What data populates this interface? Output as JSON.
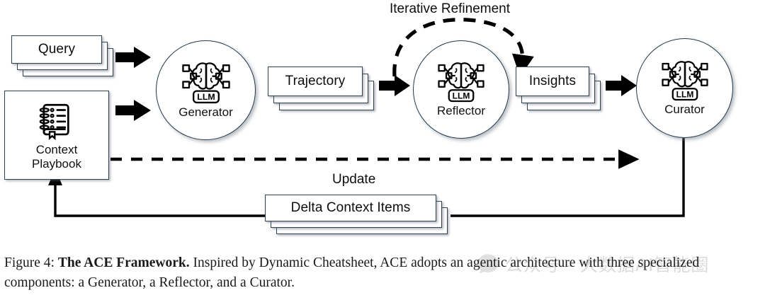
{
  "figure": {
    "caption_prefix": "Figure 4: ",
    "caption_bold": "The ACE Framework.",
    "caption_rest": " Inspired by Dynamic Cheatsheet, ACE adopts an agentic architecture with three specialized components: a Generator, a Reflector, and a Curator."
  },
  "watermark": {
    "text": "公众号 - 大数据AI智能圈",
    "icon": "speech-bubble-icon"
  },
  "diagram": {
    "inputs": {
      "query_card": "Query",
      "playbook_title_line1": "Context",
      "playbook_title_line2": "Playbook",
      "playbook_icon": "notebook-icon"
    },
    "nodes": [
      {
        "id": "generator",
        "label": "Generator",
        "badge": "LLM",
        "icon": "brain-network-icon"
      },
      {
        "id": "reflector",
        "label": "Reflector",
        "badge": "LLM",
        "icon": "brain-network-icon"
      },
      {
        "id": "curator",
        "label": "Curator",
        "badge": "LLM",
        "icon": "brain-network-icon"
      }
    ],
    "artifacts": [
      {
        "id": "trajectory",
        "label": "Trajectory"
      },
      {
        "id": "insights",
        "label": "Insights"
      },
      {
        "id": "delta",
        "label": "Delta Context Items"
      }
    ],
    "annotations": {
      "iterative_refinement": "Iterative Refinement",
      "update": "Update"
    },
    "colors": {
      "card_border": "#2e4256",
      "circle_border": "#23394f",
      "arrow_fill": "#000000",
      "text": "#0d0d0d",
      "background": "#ffffff"
    }
  }
}
